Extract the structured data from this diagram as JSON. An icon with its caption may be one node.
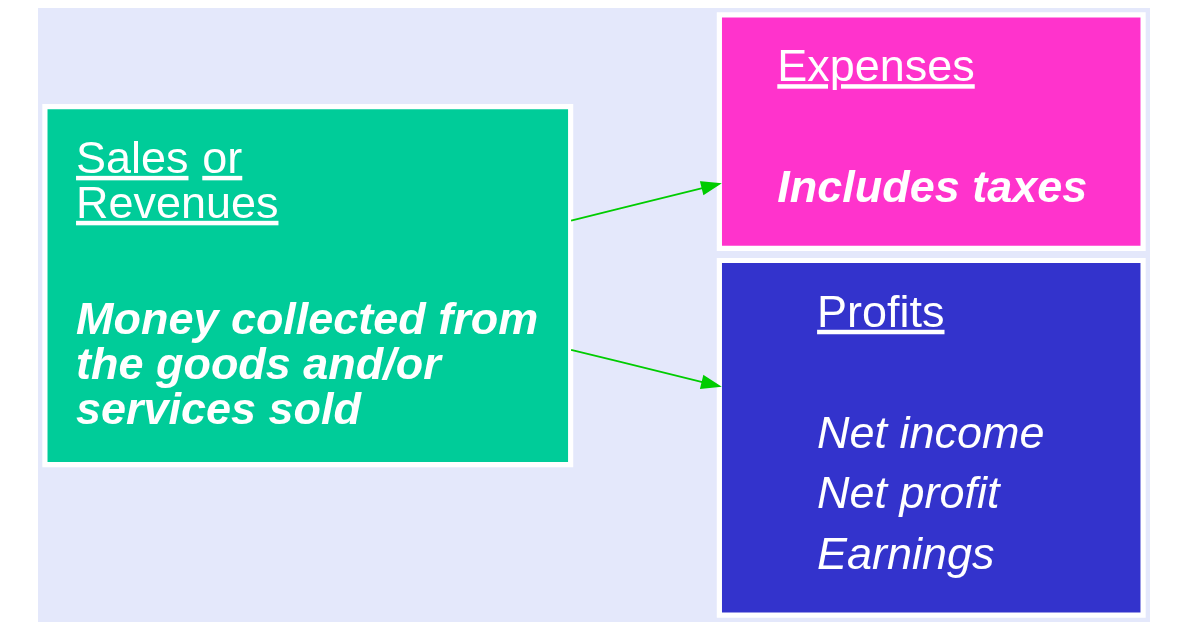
{
  "diagram": {
    "nodes": [
      {
        "text": [
          "Sales or Revenues",
          "Money collected from the goods and/or services sold"
        ]
      },
      {
        "text": [
          "Expenses",
          "Includes taxes"
        ]
      },
      {
        "text": [
          "Profits",
          "Net income",
          "Net profit",
          "Earnings"
        ]
      }
    ],
    "edges": [
      {
        "from": 0,
        "to": 1,
        "arrow": "to",
        "color": "#00cc00"
      },
      {
        "from": 0,
        "to": 2,
        "arrow": "to",
        "color": "#00cc00"
      }
    ]
  }
}
